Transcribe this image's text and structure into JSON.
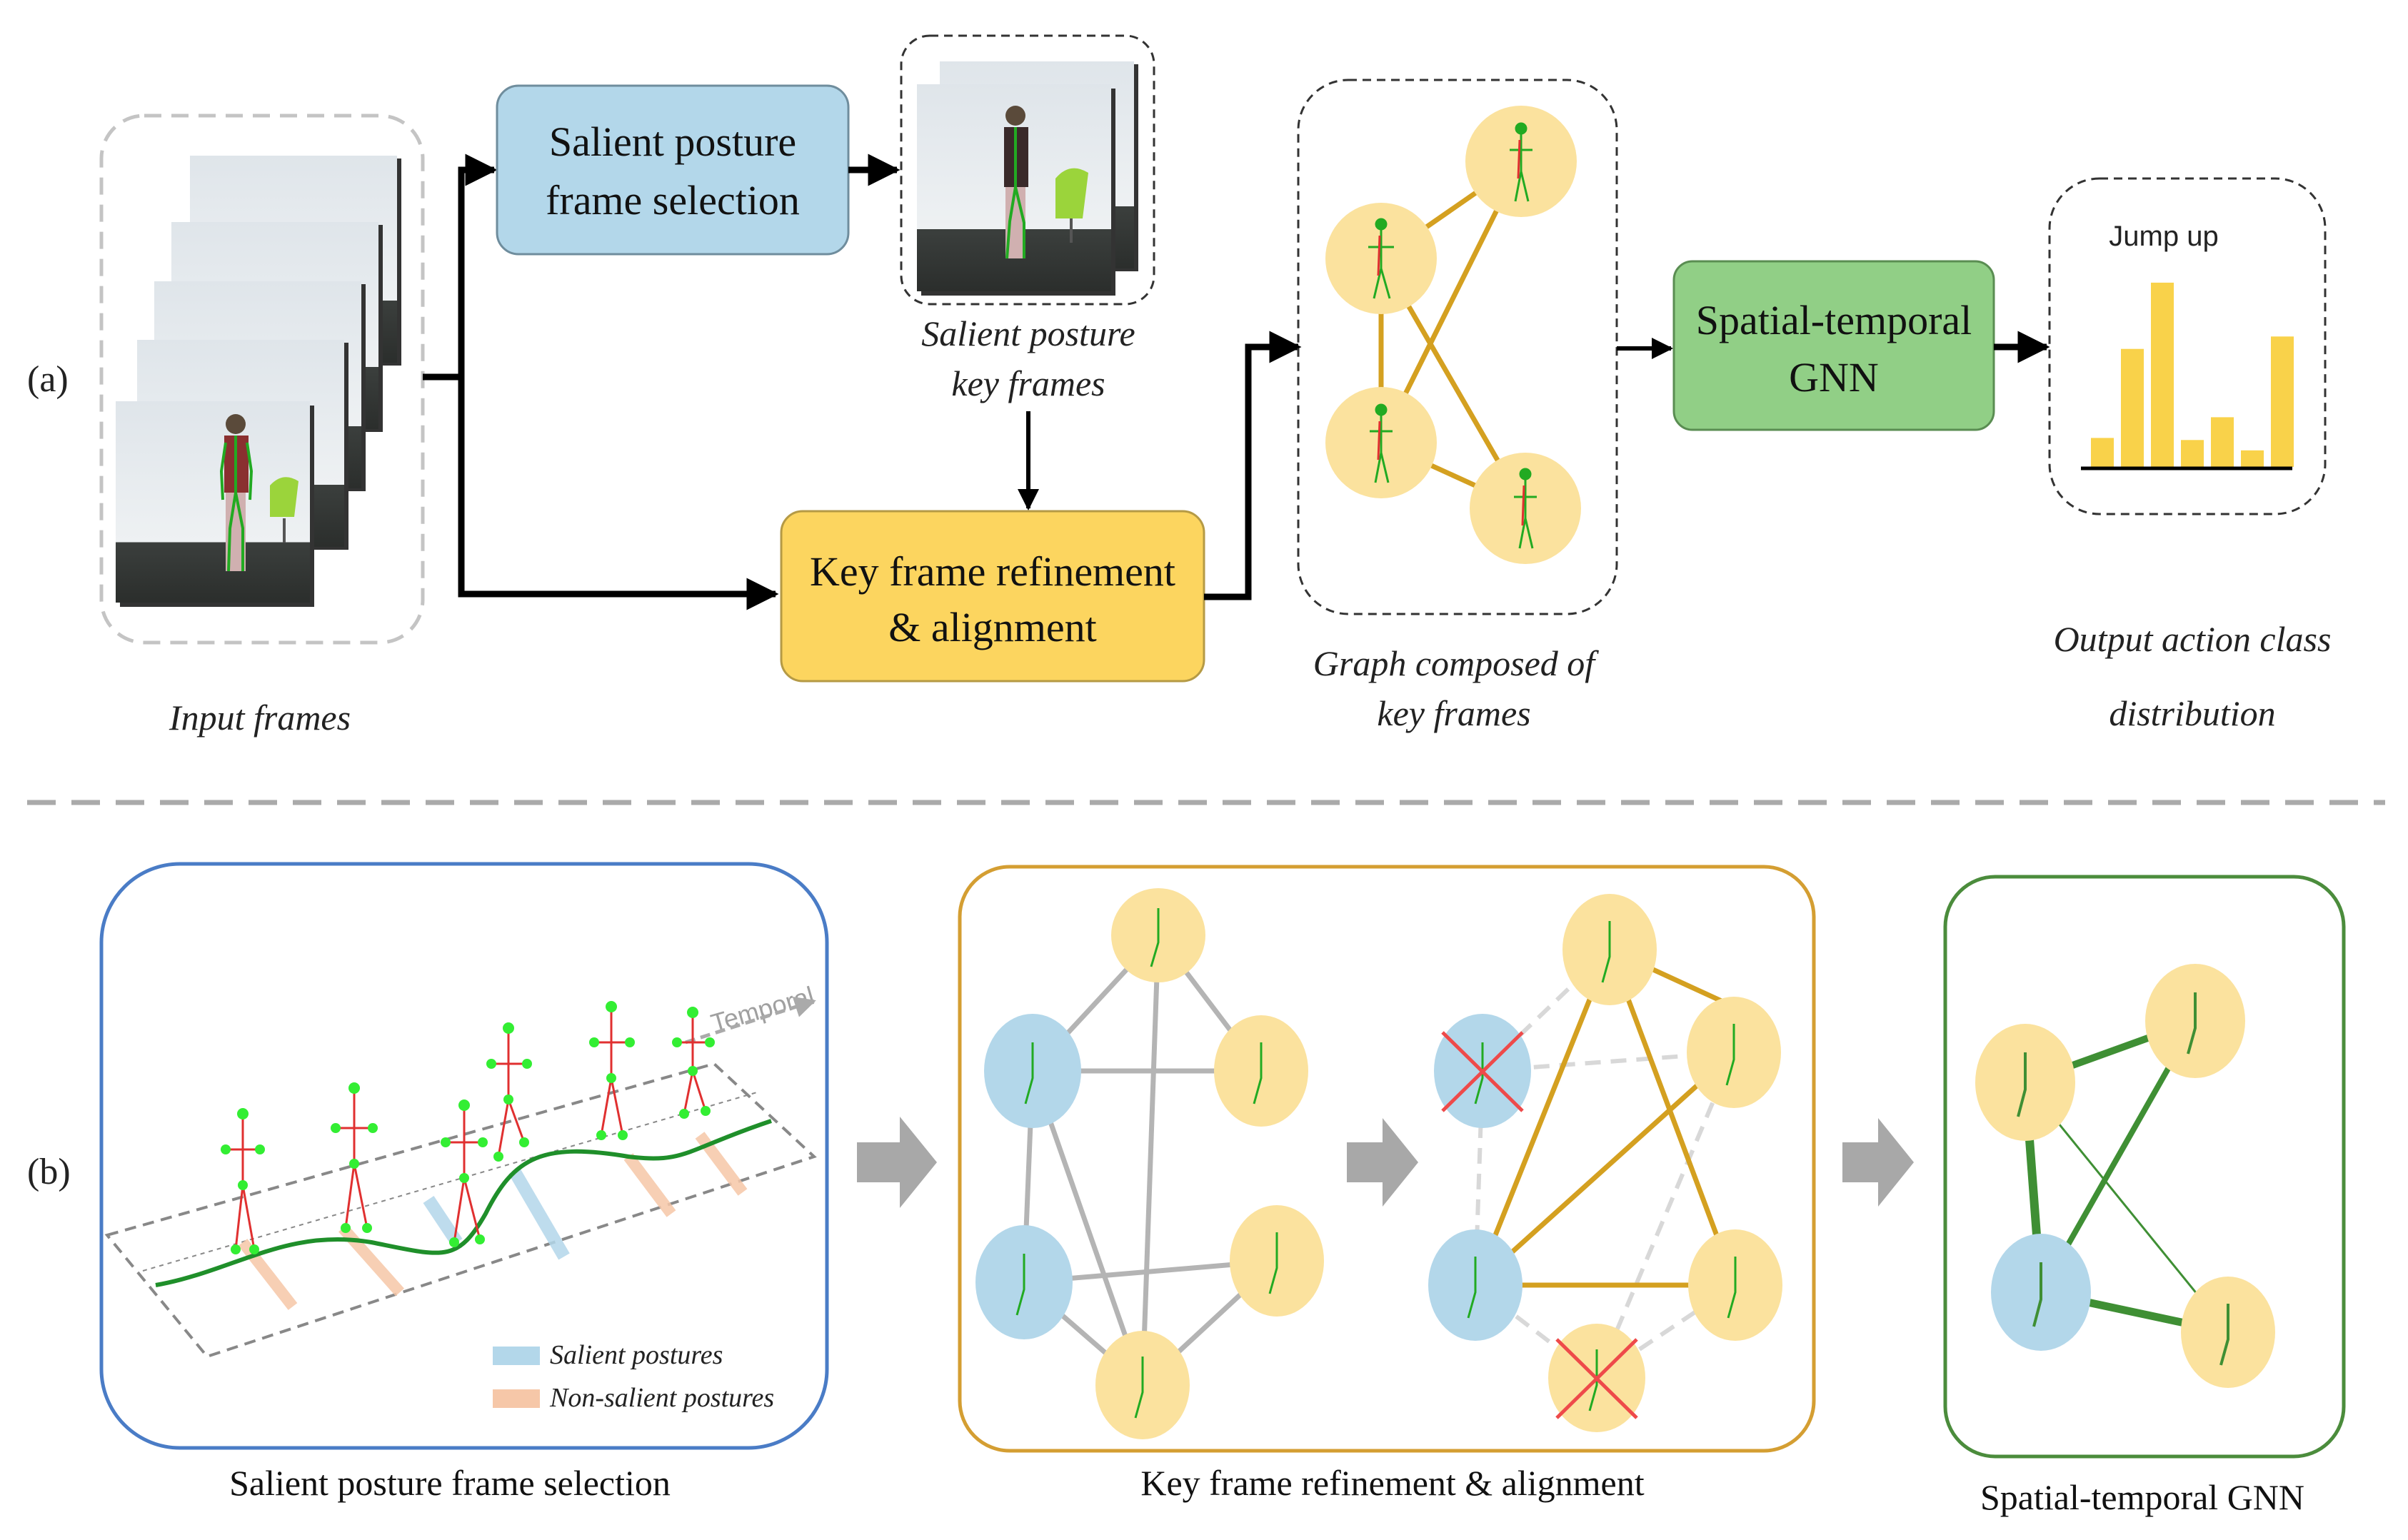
{
  "panel_a": {
    "tag": "(a)",
    "input_caption": "Input frames",
    "salient_box": [
      "Salient posture",
      "frame selection"
    ],
    "keyframes_caption": [
      "Salient posture",
      "key frames"
    ],
    "refine_box": [
      "Key frame refinement",
      "& alignment"
    ],
    "graph_caption": [
      "Graph  composed of",
      "key frames"
    ],
    "gnn_box": [
      "Spatial-temporal",
      "GNN"
    ],
    "output_label": "Jump up",
    "output_caption": [
      "Output action class",
      "distribution"
    ],
    "output_bars": [
      0.14,
      0.57,
      0.89,
      0.13,
      0.24,
      0.08,
      0.63
    ]
  },
  "panel_b": {
    "tag": "(b)",
    "temporal_label": "Temporal",
    "legend_salient": "Salient postures",
    "legend_nonsalient": "Non-salient postures",
    "caption_1": "Salient posture frame selection",
    "caption_2": "Key frame refinement & alignment",
    "caption_3": "Spatial-temporal GNN"
  },
  "colors": {
    "blue_box": "#b3d7ea",
    "yellow_box": "#fcd55f",
    "green_box": "#91cf86",
    "node_yellow": "#fbe29e",
    "node_blue": "#b3d7ea",
    "edge_gold": "#d4a020",
    "edge_gray": "#b4b4b4",
    "edge_green": "#3f8f34",
    "frame_blue": "#4a7cc6",
    "frame_gold": "#d49e32",
    "frame_green": "#4b8c3c",
    "cross_red": "#ee4a4a",
    "bar_yellow": "#f9d24a"
  }
}
